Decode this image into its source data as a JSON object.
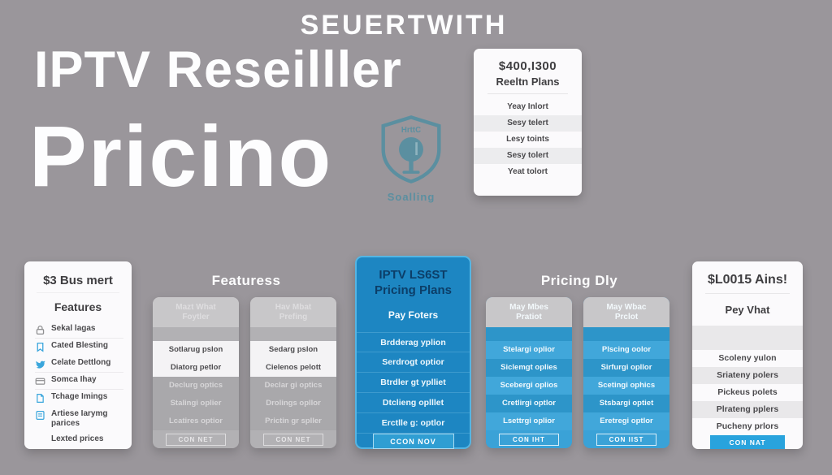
{
  "page": {
    "kicker": "SEUERTWITH",
    "title_line1": "IPTV Reseilller",
    "title_line2": "Pricino"
  },
  "badge": {
    "arc_text": "HrttC",
    "label": "Soalling",
    "color": "#5b8fa0"
  },
  "summary_card": {
    "price": "$400,I300",
    "subtitle": "Reeltn Plans",
    "items": [
      "Yeay Inlort",
      "Sesy telert",
      "Lesy toints",
      "Sesy tolert",
      "Yeat tolort"
    ]
  },
  "features_card": {
    "title": "$3 Bus mert",
    "subtitle": "Features",
    "items": [
      {
        "icon": "lock-icon",
        "label": "Sekal lagas"
      },
      {
        "icon": "flag-icon",
        "label": "Cated Blesting"
      },
      {
        "icon": "bird-icon",
        "label": "Celate Dettlong"
      },
      {
        "icon": "credit-card-icon",
        "label": "Somca Ihay"
      },
      {
        "icon": "file-icon",
        "label": "Tchage Imings"
      },
      {
        "icon": "document-icon",
        "label": "Artiese Iarymg parices"
      },
      {
        "icon": "",
        "label": "Lexted prices"
      }
    ]
  },
  "features_section": {
    "heading": "Featuress",
    "cards": [
      {
        "header_line1": "Mazt What",
        "header_line2": "Foytler",
        "rows": [
          "Sotlarug pslon",
          "Diatorg petlor",
          "Declurg optics",
          "Stalingi oplier",
          "Lcatires optior"
        ],
        "button": "CON NET"
      },
      {
        "header_line1": "Hav Mbat",
        "header_line2": "Prefing",
        "rows": [
          "Sedarg pslon",
          "Cielenos pelott",
          "Declar gi optics",
          "Drolings opllor",
          "Prictin gr spller"
        ],
        "button": "CON NET"
      }
    ]
  },
  "highlight_card": {
    "title_line1": "IPTV LS6ST",
    "title_line2": "Pricing Plans",
    "subtitle": "Pay Foters",
    "rows": [
      "Brdderag yplion",
      "Serdrogt optior",
      "Btrdler gt yplliet",
      "Dtclieng oplllet",
      "Erctlle g: optlor"
    ],
    "button": "CCON NOV",
    "accent_color": "#1d86c2"
  },
  "pricing_section": {
    "heading": "Pricing Dly",
    "cards": [
      {
        "header_line1": "May Mbes",
        "header_line2": "Pratiot",
        "rows": [
          "Stelargi oplior",
          "Siclemgt oplies",
          "Scebergi oplios",
          "Cretlirgi optlor",
          "Lsettrgi oplior"
        ],
        "button": "CON IHT"
      },
      {
        "header_line1": "May Wbac",
        "header_line2": "Prclot",
        "rows": [
          "Plscing oolor",
          "Sirfurgi opllor",
          "Scetingi ophics",
          "Stsbargi optiet",
          "Eretregi optlor"
        ],
        "button": "CON IIST"
      }
    ]
  },
  "right_card": {
    "title": "$L0015 Ains!",
    "subtitle": "Pey Vhat",
    "rows": [
      "Scoleny yulon",
      "Sriateny polers",
      "Pickeus polets",
      "Plrateng pplers",
      "Pucheny prlors"
    ],
    "button": "CON NAT",
    "button_color": "#29a3dd"
  }
}
